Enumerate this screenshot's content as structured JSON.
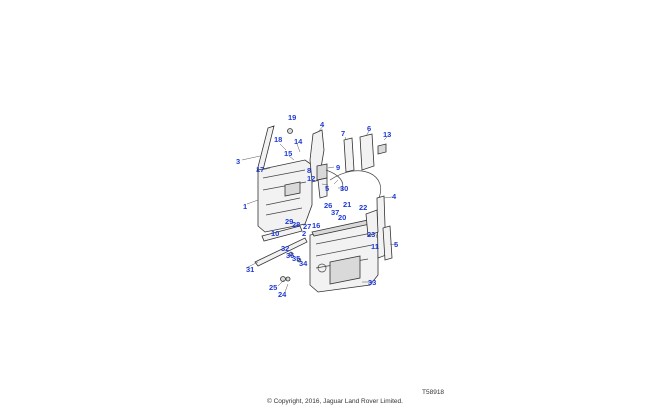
{
  "diagram": {
    "drawing_number": "T58918",
    "copyright": "© Copyright, 2016, Jaguar Land Rover Limited.",
    "callouts": [
      "19",
      "4",
      "7",
      "6",
      "13",
      "18",
      "14",
      "3",
      "15",
      "17",
      "8",
      "12",
      "9",
      "30",
      "1",
      "5",
      "4",
      "26",
      "21",
      "22",
      "37",
      "20",
      "16",
      "27",
      "28",
      "10",
      "2",
      "29",
      "23",
      "32",
      "36",
      "35",
      "34",
      "11",
      "5",
      "31",
      "33",
      "25",
      "24"
    ],
    "colors": {
      "callout": "#1f3bd6",
      "line": "#333333"
    }
  }
}
